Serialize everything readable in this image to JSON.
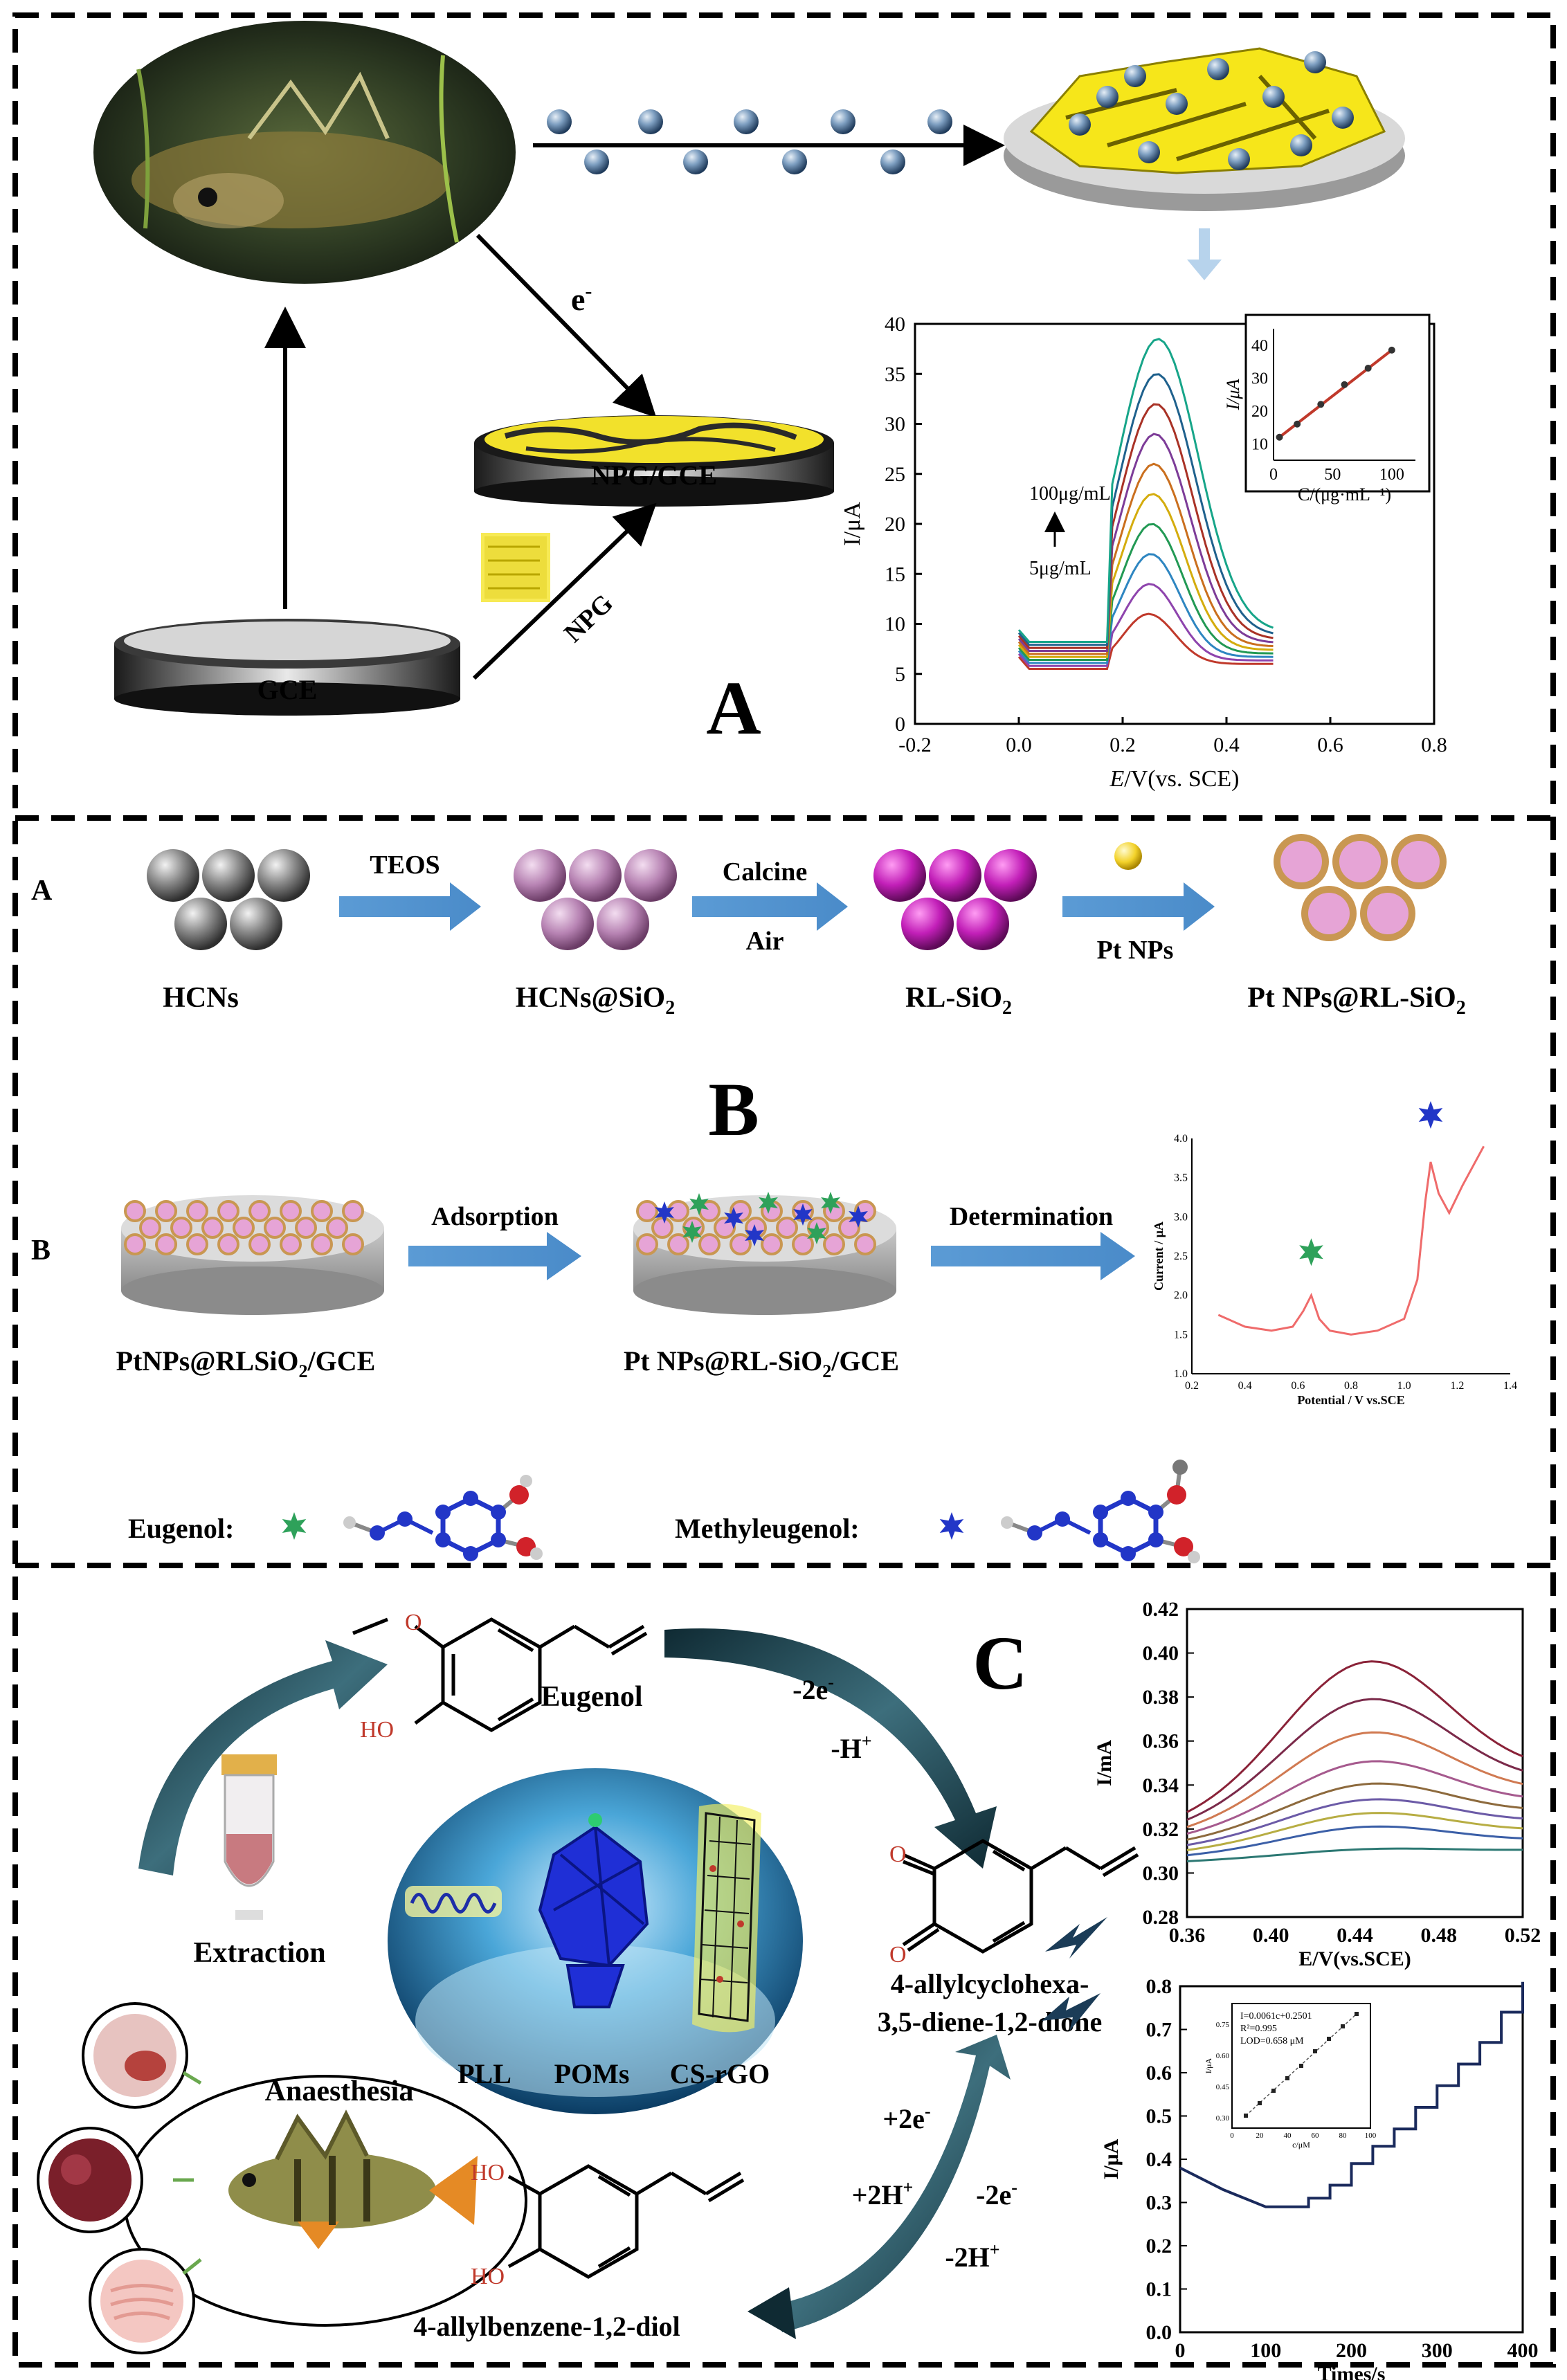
{
  "panelA": {
    "electron": "e",
    "electron_sup": "-",
    "npg_gce": "NPG/GCE",
    "gce": "GCE",
    "npg": "NPG",
    "letter": "A",
    "chart_conc_high": "100μg/mL",
    "chart_conc_low": "5μg/mL"
  },
  "panelB": {
    "row_a": "A",
    "row_b": "B",
    "letter": "B",
    "hcns": "HCNs",
    "hcns_sio2": "HCNs@SiO",
    "rl_sio2": "RL-SiO",
    "pt_rl_sio2": "Pt NPs@RL-SiO",
    "sub2": "2",
    "teos": "TEOS",
    "calcine": "Calcine",
    "air": "Air",
    "pt_nps": "Pt NPs",
    "adsorption": "Adsorption",
    "determination": "Determination",
    "gce_left": "PtNPs@RLSiO",
    "gce_left_tail": "/GCE",
    "gce_right": "Pt NPs@RL-SiO",
    "gce_right_tail": "/GCE",
    "eugenol": "Eugenol:",
    "methyleugenol": "Methyleugenol:"
  },
  "panelC": {
    "letter": "C",
    "eugenol": "Eugenol",
    "oxid1": "-2e",
    "oxid2": "-H",
    "extraction": "Extraction",
    "anaesthesia": "Anaesthesia",
    "pll": "PLL",
    "poms": "POMs",
    "csrgo": "CS-rGO",
    "dione_1": "4-allylcyclohexa-",
    "dione_2": "3,5-diene-1,2-dione",
    "diol": "4-allylbenzene-1,2-diol",
    "red1": "+2e",
    "red2": "+2H",
    "ox3": "-2e",
    "ox4": "-2H",
    "sup_minus": "-",
    "sup_plus": "+",
    "ho": "HO",
    "o_label": "O"
  },
  "chart_data": [
    {
      "id": "A-main",
      "type": "line",
      "xlabel_italic": "E",
      "xlabel": "/V(vs. SCE)",
      "ylabel": "I/μA",
      "xlim": [
        -0.2,
        0.8
      ],
      "ylim": [
        0,
        40
      ],
      "xticks": [
        "-0.2",
        "0.0",
        "0.2",
        "0.4",
        "0.6",
        "0.8"
      ],
      "yticks": [
        "0",
        "5",
        "10",
        "15",
        "20",
        "25",
        "30",
        "35",
        "40"
      ],
      "peak_x": 0.25,
      "series_peaks": [
        11,
        14,
        17,
        20,
        23,
        26,
        29,
        32,
        35,
        38.5
      ],
      "series_colors": [
        "#c0392b",
        "#8e44ad",
        "#2e86c1",
        "#229954",
        "#d4ac0d",
        "#ca6f1e",
        "#7d3c98",
        "#a93226",
        "#1f618d",
        "#17a589"
      ]
    },
    {
      "id": "A-inset",
      "type": "line",
      "xlabel": "C/(μg·mL⁻¹)",
      "ylabel": "I/μA",
      "xlim": [
        0,
        120
      ],
      "ylim": [
        5,
        45
      ],
      "xticks": [
        "0",
        "50",
        "100"
      ],
      "yticks": [
        "10",
        "20",
        "30",
        "40"
      ],
      "x": [
        5,
        20,
        40,
        60,
        80,
        100
      ],
      "y": [
        12,
        16,
        22,
        28,
        33,
        38.5
      ]
    },
    {
      "id": "B",
      "type": "line",
      "xlabel": "Potential / V vs.SCE",
      "ylabel": "Current / μA",
      "xlim": [
        0.2,
        1.4
      ],
      "ylim": [
        1.0,
        4.0
      ],
      "xticks": [
        "0.2",
        "0.4",
        "0.6",
        "0.8",
        "1.0",
        "1.2",
        "1.4"
      ],
      "yticks": [
        "1.0",
        "1.5",
        "2.0",
        "2.5",
        "3.0",
        "3.5",
        "4.0"
      ],
      "x": [
        0.3,
        0.4,
        0.5,
        0.58,
        0.62,
        0.65,
        0.68,
        0.72,
        0.8,
        0.9,
        1.0,
        1.05,
        1.08,
        1.1,
        1.13,
        1.17,
        1.22,
        1.3
      ],
      "y": [
        1.75,
        1.6,
        1.55,
        1.6,
        1.8,
        2.0,
        1.7,
        1.55,
        1.5,
        1.55,
        1.7,
        2.2,
        3.2,
        3.7,
        3.3,
        3.05,
        3.4,
        3.9
      ]
    },
    {
      "id": "C-top",
      "type": "line",
      "xlabel": "E/V(vs.SCE)",
      "ylabel": "I/mA",
      "xlim": [
        0.36,
        0.52
      ],
      "ylim": [
        0.28,
        0.42
      ],
      "xticks": [
        "0.36",
        "0.40",
        "0.44",
        "0.48",
        "0.52"
      ],
      "yticks": [
        "0.28",
        "0.30",
        "0.32",
        "0.34",
        "0.36",
        "0.38",
        "0.40",
        "0.42"
      ],
      "series_peaks": [
        0.307,
        0.318,
        0.325,
        0.332,
        0.34,
        0.351,
        0.365,
        0.381,
        0.399
      ],
      "series_colors": [
        "#2c7873",
        "#3b5fa7",
        "#b7ad43",
        "#6c5ba7",
        "#8d6a3d",
        "#a65a8e",
        "#d07a52",
        "#7b2a4a",
        "#8a2238"
      ]
    },
    {
      "id": "C-bottom",
      "type": "line",
      "xlabel": "Times/s",
      "ylabel": "I/μA",
      "xlim": [
        0,
        400
      ],
      "ylim": [
        0,
        0.8
      ],
      "xticks": [
        "0",
        "100",
        "200",
        "300",
        "400"
      ],
      "yticks": [
        "0.0",
        "0.1",
        "0.2",
        "0.3",
        "0.4",
        "0.5",
        "0.6",
        "0.7",
        "0.8"
      ],
      "x": [
        0,
        50,
        100,
        120,
        150,
        175,
        200,
        225,
        250,
        275,
        300,
        325,
        350,
        375,
        400
      ],
      "y": [
        0.38,
        0.33,
        0.29,
        0.29,
        0.31,
        0.34,
        0.39,
        0.43,
        0.47,
        0.52,
        0.57,
        0.62,
        0.67,
        0.74,
        0.81
      ]
    },
    {
      "id": "C-inset",
      "type": "scatter",
      "xlabel": "c/μM",
      "ylabel": "I/μA",
      "annotations": [
        "I=0.0061c+0.2501",
        "R²=0.995",
        "LOD=0.658 μM"
      ],
      "xticks": [
        "0",
        "20",
        "40",
        "60",
        "80",
        "100"
      ],
      "yticks": [
        "0.30",
        "0.45",
        "0.60",
        "0.75"
      ],
      "xlim": [
        0,
        100
      ],
      "ylim": [
        0.25,
        0.85
      ],
      "x": [
        10,
        20,
        30,
        40,
        50,
        60,
        70,
        80,
        90
      ],
      "y": [
        0.31,
        0.37,
        0.43,
        0.49,
        0.55,
        0.62,
        0.68,
        0.74,
        0.8
      ]
    }
  ]
}
